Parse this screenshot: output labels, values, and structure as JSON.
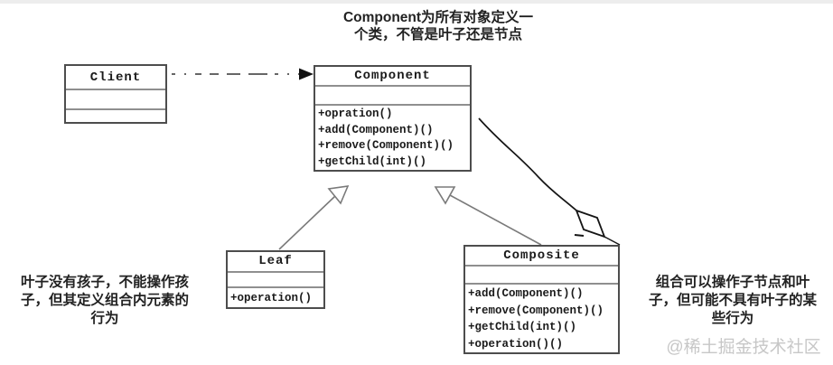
{
  "notes": {
    "top": "Component为所有对象定义一\n个类，不管是叶子还是节点",
    "left": "叶子没有孩子，不能操作孩\n子，但其定义组合内元素的\n行为",
    "right": "组合可以操作子节点和叶\n子，但可能不具有叶子的某\n些行为",
    "watermark": "@稀土掘金技术社区"
  },
  "classes": {
    "client": {
      "name": "Client",
      "attributes": "",
      "methods": []
    },
    "component": {
      "name": "Component",
      "attributes": "",
      "methods": [
        "+opration()",
        "+add(Component)()",
        "+remove(Component)()",
        "+getChild(int)()"
      ]
    },
    "leaf": {
      "name": "Leaf",
      "attributes": "",
      "methods": [
        "+operation()"
      ]
    },
    "composite": {
      "name": "Composite",
      "attributes": "",
      "methods": [
        "+add(Component)()",
        "+remove(Component)()",
        "+getChild(int)()",
        "+operation()()"
      ]
    }
  },
  "relations": [
    {
      "type": "dependency",
      "from": "Client",
      "to": "Component",
      "style": "dashed-line-solid-arrowhead"
    },
    {
      "type": "generalization",
      "from": "Leaf",
      "to": "Component",
      "style": "hollow-triangle"
    },
    {
      "type": "generalization",
      "from": "Composite",
      "to": "Component",
      "style": "hollow-triangle"
    },
    {
      "type": "aggregation",
      "from": "Component",
      "to": "Composite",
      "style": "hand-drawn-hollow-diamond"
    }
  ],
  "colors": {
    "background": "#ffffff",
    "top_strip": "#ededed",
    "box_border": "#4d4d4d",
    "compartment_divider": "#8f8f8f",
    "gray_line": "#7a7a7a",
    "black_line": "#151515",
    "text": "#1a1a1a",
    "watermark_text": "#c7c7c7"
  }
}
